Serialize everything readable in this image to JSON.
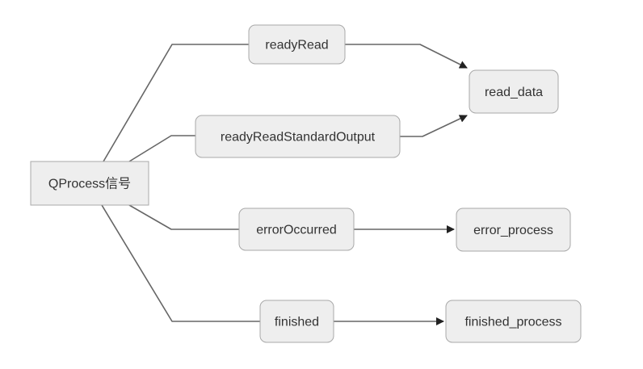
{
  "diagram": {
    "type": "flowchart",
    "direction": "left-to-right",
    "background": "#ffffff",
    "colors": {
      "node_fill": "#eeeeee",
      "node_border": "#a8a8a8",
      "edge_line": "#666666",
      "arrowhead": "#222222",
      "label_text": "#333333"
    },
    "nodes": {
      "qprocess": {
        "label": "QProcess信号",
        "shape": "rectangle"
      },
      "readyRead": {
        "label": "readyRead",
        "shape": "rounded-rectangle"
      },
      "readyReadStandardOutput": {
        "label": "readyReadStandardOutput",
        "shape": "rounded-rectangle"
      },
      "read_data": {
        "label": "read_data",
        "shape": "rounded-rectangle"
      },
      "errorOccurred": {
        "label": "errorOccurred",
        "shape": "rounded-rectangle"
      },
      "error_process": {
        "label": "error_process",
        "shape": "rounded-rectangle"
      },
      "finished": {
        "label": "finished",
        "shape": "rounded-rectangle"
      },
      "finished_process": {
        "label": "finished_process",
        "shape": "rounded-rectangle"
      }
    },
    "edges": [
      {
        "from": "QProcess信号",
        "to": "readyRead",
        "arrowhead": false
      },
      {
        "from": "QProcess信号",
        "to": "readyReadStandardOutput",
        "arrowhead": false
      },
      {
        "from": "QProcess信号",
        "to": "errorOccurred",
        "arrowhead": false
      },
      {
        "from": "QProcess信号",
        "to": "finished",
        "arrowhead": false
      },
      {
        "from": "readyRead",
        "to": "read_data",
        "arrowhead": true
      },
      {
        "from": "readyReadStandardOutput",
        "to": "read_data",
        "arrowhead": true
      },
      {
        "from": "errorOccurred",
        "to": "error_process",
        "arrowhead": true
      },
      {
        "from": "finished",
        "to": "finished_process",
        "arrowhead": true
      }
    ]
  }
}
